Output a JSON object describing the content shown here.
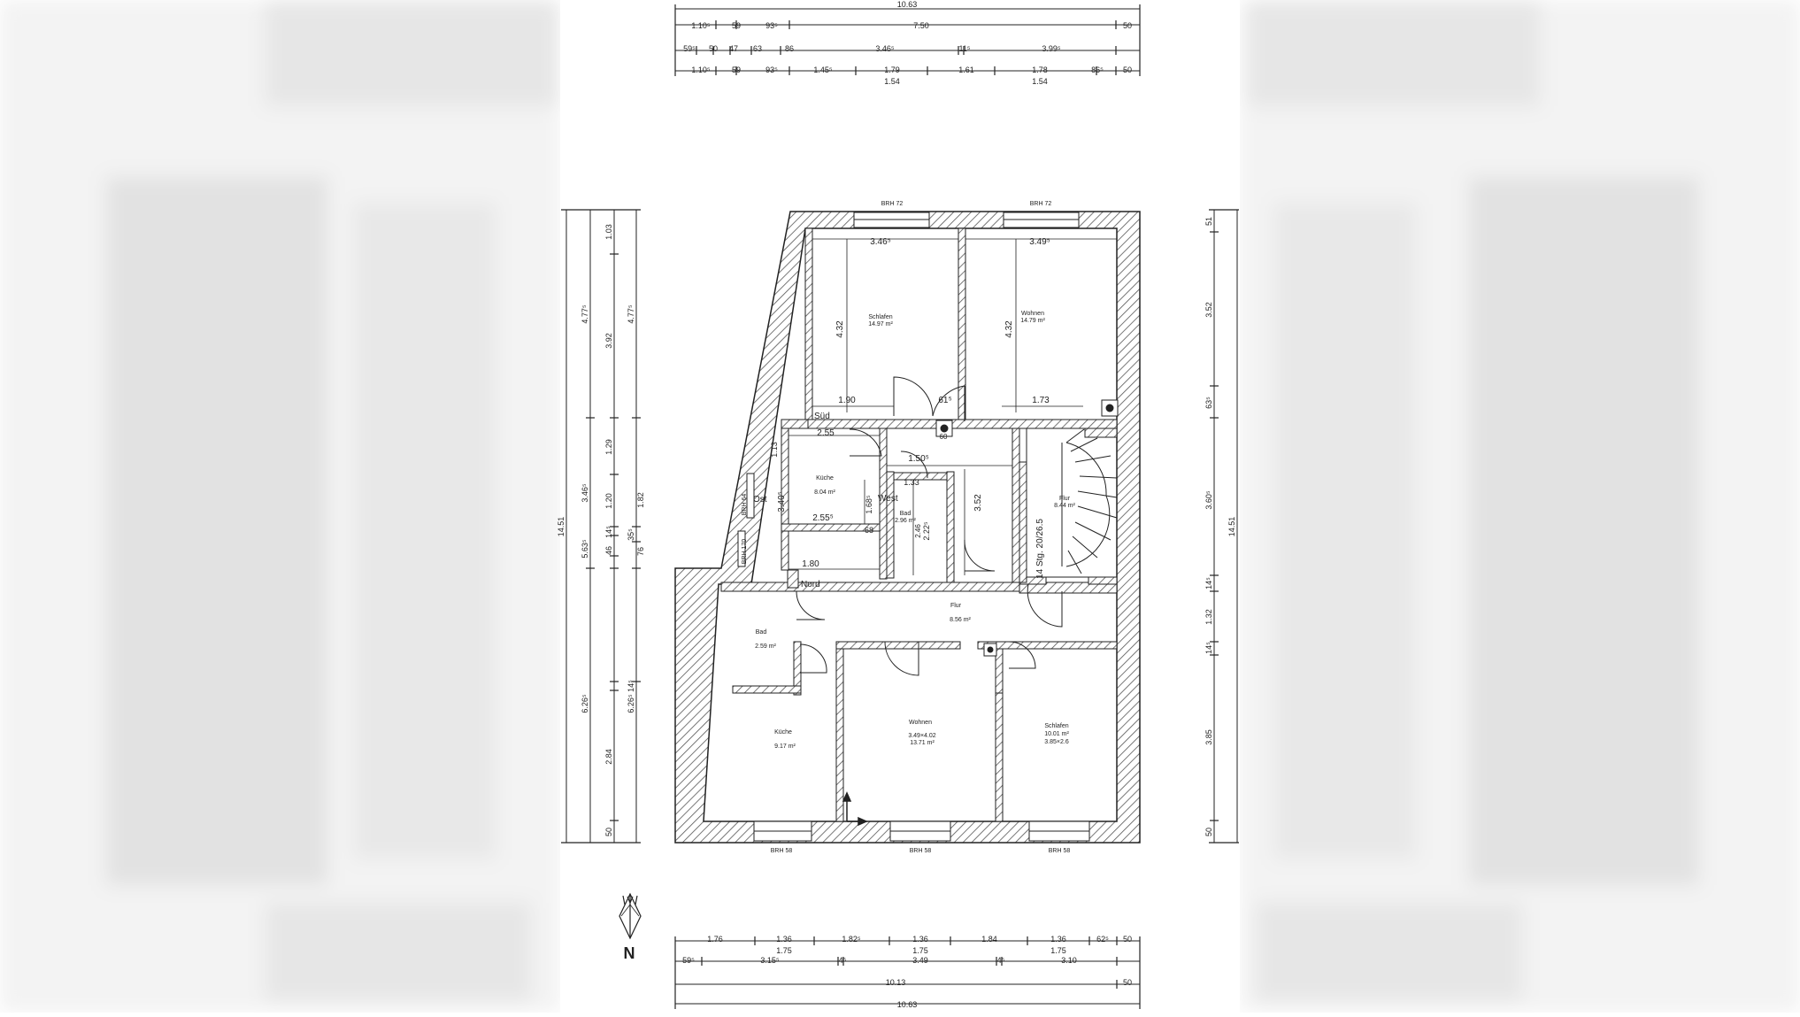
{
  "colors": {
    "bg_blur": "#efefef",
    "sheet": "#ffffff",
    "line": "#222222",
    "hatch": "#555555"
  },
  "dims_top": {
    "total": "10.63",
    "row1": [
      "1.10⁵",
      "59",
      "93⁵",
      "7.50",
      "50"
    ],
    "row2": [
      "59⁵",
      "50",
      "47",
      "63",
      "86",
      "3.46⁵",
      "11⁵",
      "3.99⁵"
    ],
    "row3": [
      "1.10⁵",
      "59",
      "93⁵",
      "1.45⁵",
      "1.79",
      "1.61",
      "1.78",
      "86⁵",
      "50"
    ],
    "row3_sub": [
      "1.54",
      "1.54"
    ]
  },
  "dims_bottom": {
    "row1": [
      "1.76",
      "1.36",
      "1.82⁵",
      "1.36",
      "1.84",
      "1.36",
      "62⁵",
      "50"
    ],
    "row1_sub": [
      "1.75",
      "1.75",
      "1.75"
    ],
    "row2": [
      "59⁵",
      "3.15⁵",
      "4⁵",
      "3.49",
      "4⁵",
      "3.10"
    ],
    "row3": [
      "10.13",
      "50"
    ],
    "total": "10.63"
  },
  "dims_left": {
    "outer": "14.51",
    "col2": [
      "4.77⁵",
      "3.46⁵",
      "5.63⁵",
      "6.26⁵"
    ],
    "col3": [
      "1.03",
      "3.92",
      "1.29",
      "1.20",
      "14⁵",
      "46",
      "2.84",
      "50"
    ],
    "col4": [
      "4.77⁵",
      "1.82",
      "35⁵",
      "76",
      "6.26⁵",
      "14⁵"
    ]
  },
  "dims_right": {
    "outer": "14.51",
    "col": [
      "51",
      "3.52",
      "63⁵",
      "3.60⁵",
      "14⁵",
      "1.32",
      "14⁵",
      "3.85",
      "50"
    ]
  },
  "windows": {
    "top": [
      "BRH 72",
      "BRH 72"
    ],
    "bottom": [
      "BRH 58",
      "BRH 58",
      "BRH 58"
    ],
    "left": [
      "BRH 64",
      "BRH 170"
    ]
  },
  "rooms": [
    {
      "name": "Schlafen",
      "area": "14.97 m²"
    },
    {
      "name": "Wohnen",
      "area": "14.79 m²"
    },
    {
      "name": "Küche",
      "area": "8.04 m²"
    },
    {
      "name": "Bad",
      "area": "2.96 m²"
    },
    {
      "name": "Flur",
      "area": "8.44 m²"
    },
    {
      "name": "Flur",
      "area": "8.56 m²"
    },
    {
      "name": "Bad",
      "area": "2.59 m²"
    },
    {
      "name": "Küche",
      "area": "9.17 m²"
    },
    {
      "name": "Wohnen",
      "area": "13.71 m²",
      "size": "3.49×4.02"
    },
    {
      "name": "Schlafen",
      "area": "10.01 m²",
      "size": "3.85×2.6"
    }
  ],
  "inner_dims": [
    "3.46⁵",
    "3.49⁵",
    "4.32",
    "4.32",
    "1.90",
    "61⁵",
    "1.73",
    "2.55",
    "1.50⁵",
    "1.33",
    "3.40⁵",
    "1.68⁵",
    "2.55⁵",
    "2.22⁵",
    "3.52",
    "1.80",
    "1.13",
    "68",
    "2.46",
    "60"
  ],
  "stair_label": "14 Stg. 20/26.5",
  "orientation": [
    "Süd",
    "West",
    "Ost",
    "Nord"
  ],
  "north_label": "N"
}
